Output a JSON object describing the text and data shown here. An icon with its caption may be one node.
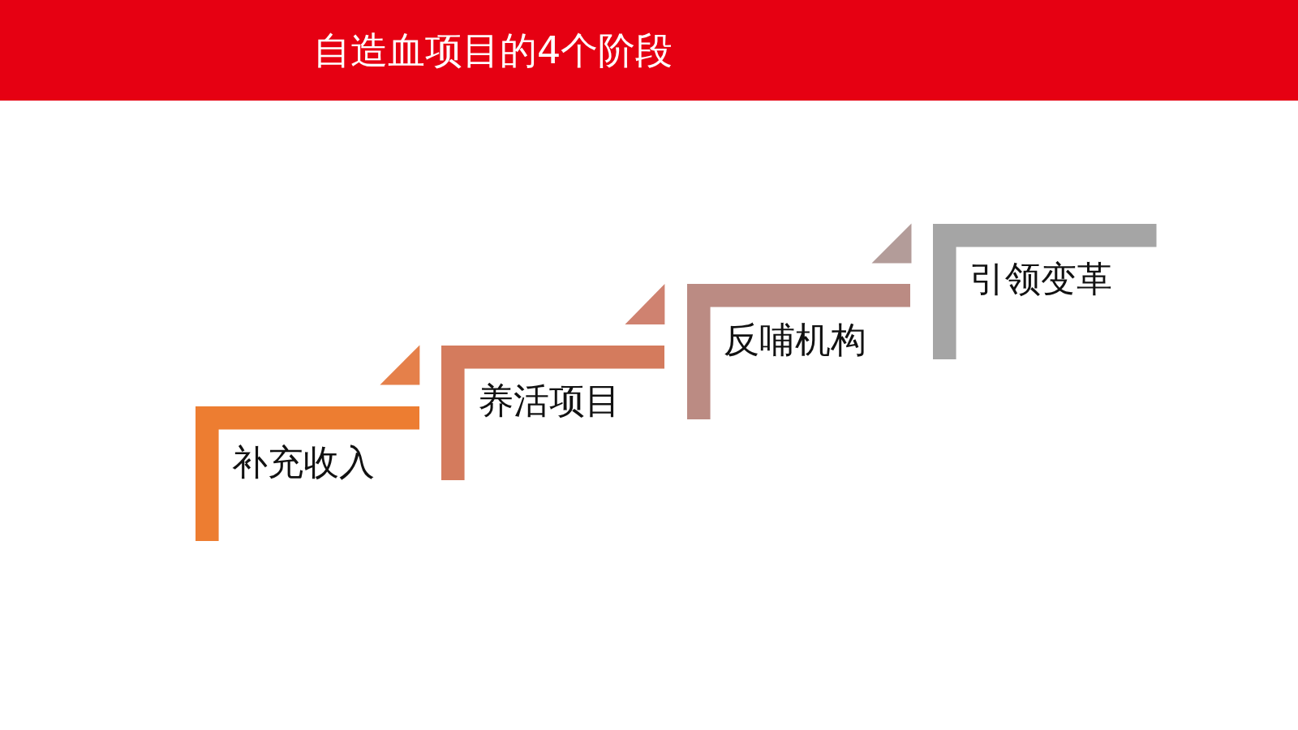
{
  "diagram": {
    "title": "自造血项目的4个阶段",
    "nodes": [
      {
        "text": [
          "补充收入"
        ]
      },
      {
        "text": [
          "养活项目"
        ]
      },
      {
        "text": [
          "反哺机构"
        ]
      },
      {
        "text": [
          "引领变革"
        ]
      }
    ]
  }
}
